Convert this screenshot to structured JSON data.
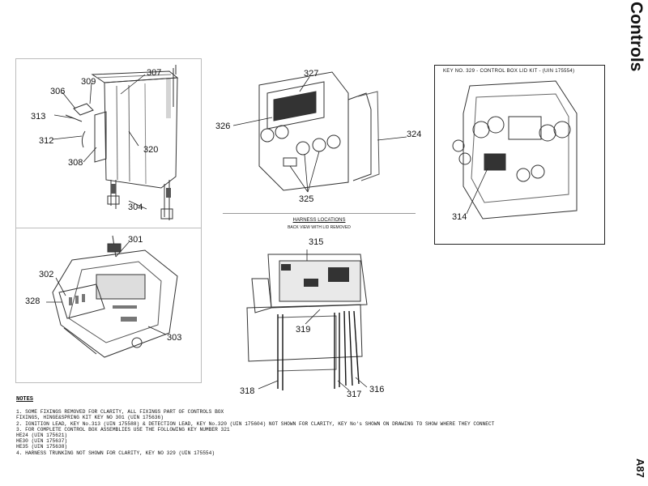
{
  "page": {
    "section_title": "Controls",
    "page_number": "A87"
  },
  "kit_panel": {
    "title": "KEY NO. 329 - CONTROL BOX LID KIT - (UIN 175554)"
  },
  "harness": {
    "title": "HARNESS LOCATIONS",
    "subtitle": "BACK VIEW WITH LID REMOVED"
  },
  "labels": {
    "l306": "306",
    "l309": "309",
    "l307": "307",
    "l313": "313",
    "l312": "312",
    "l320": "320",
    "l308": "308",
    "l304": "304",
    "l327": "327",
    "l326": "326",
    "l324": "324",
    "l325": "325",
    "l314": "314",
    "l301": "301",
    "l302": "302",
    "l328": "328",
    "l303": "303",
    "l315": "315",
    "l319": "319",
    "l318": "318",
    "l317": "317",
    "l316": "316"
  },
  "notes": {
    "heading": "NOTES",
    "lines": [
      "1. SOME FIXINGS REMOVED FOR CLARITY, ALL FIXINGS PART OF CONTROLS BOX",
      "   FIXINGS, HINGE&SPRING KIT KEY NO 301 (UIN 175636)",
      "2. IGNITION LEAD, KEY No.313 (UIN 175588) & DETECTION LEAD, KEY No.320 (UIN 175604) NOT SHOWN FOR CLARITY, KEY No's SHOWN ON DRAWING TO SHOW WHERE THEY CONNECT",
      "3. FOR COMPLETE CONTROL BOX ASSEMBLIES USE THE FOLLOWING KEY NUMBER 321",
      "   HE24 (UIN 175621)",
      "   HE30 (UIN 175637)",
      "   HE35 (UIN 175638)",
      "4. HARNESS TRUNKING NOT SHOWN FOR CLARITY, KEY NO 329 (UIN 175554)"
    ]
  }
}
